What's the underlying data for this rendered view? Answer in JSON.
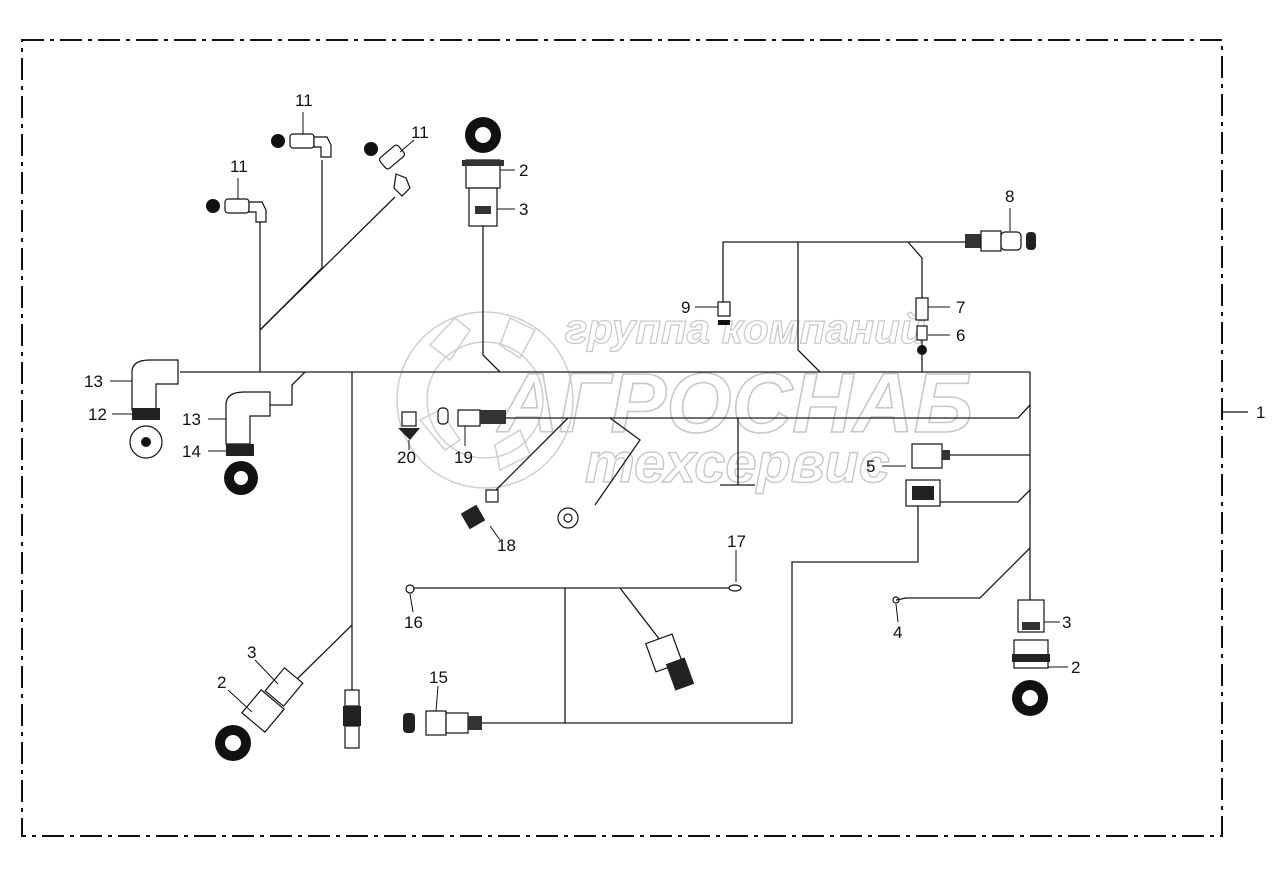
{
  "diagram": {
    "assembly_label": "1",
    "watermark": {
      "line1": "группа компаний",
      "line2": "АГРОСНАБ",
      "line3": "техсервис"
    },
    "callouts": [
      {
        "id": "c11a",
        "text": "11"
      },
      {
        "id": "c11b",
        "text": "11"
      },
      {
        "id": "c11c",
        "text": "11"
      },
      {
        "id": "c2a",
        "text": "2"
      },
      {
        "id": "c3a",
        "text": "3"
      },
      {
        "id": "c8",
        "text": "8"
      },
      {
        "id": "c9",
        "text": "9"
      },
      {
        "id": "c7",
        "text": "7"
      },
      {
        "id": "c6",
        "text": "6"
      },
      {
        "id": "c13a",
        "text": "13"
      },
      {
        "id": "c12",
        "text": "12"
      },
      {
        "id": "c13b",
        "text": "13"
      },
      {
        "id": "c14",
        "text": "14"
      },
      {
        "id": "c20",
        "text": "20"
      },
      {
        "id": "c19",
        "text": "19"
      },
      {
        "id": "c5",
        "text": "5"
      },
      {
        "id": "c18",
        "text": "18"
      },
      {
        "id": "c17",
        "text": "17"
      },
      {
        "id": "c16",
        "text": "16"
      },
      {
        "id": "c4",
        "text": "4"
      },
      {
        "id": "c3b",
        "text": "3"
      },
      {
        "id": "c2b",
        "text": "2"
      },
      {
        "id": "c3c",
        "text": "3"
      },
      {
        "id": "c2c",
        "text": "2"
      },
      {
        "id": "c15",
        "text": "15"
      }
    ]
  }
}
